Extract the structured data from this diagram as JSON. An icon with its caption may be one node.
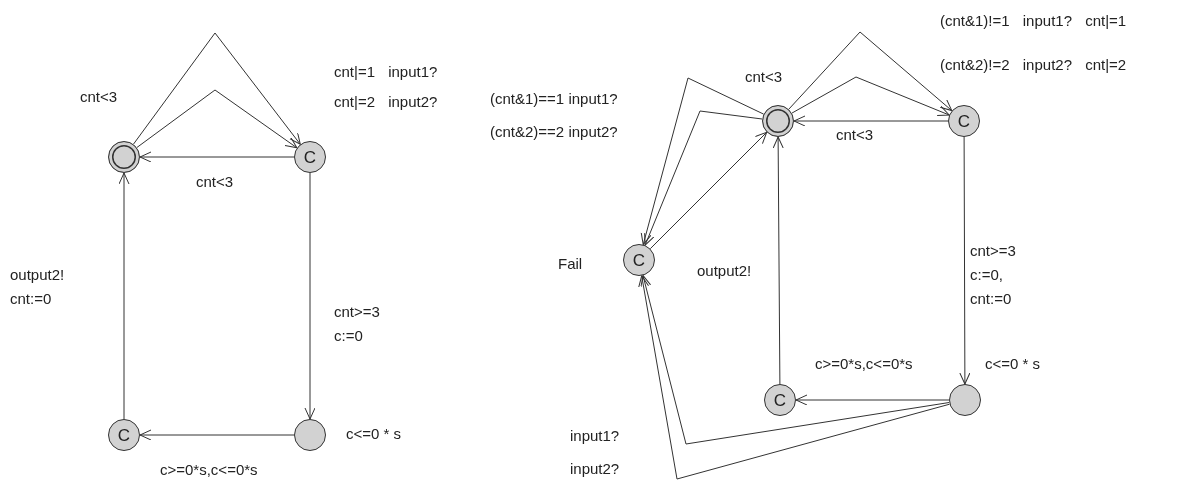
{
  "diagram": {
    "nodes": [
      {
        "text": [],
        "shape": "double-circle",
        "beside": [
          "cnt<3"
        ]
      },
      {
        "text": [
          "C"
        ]
      },
      {
        "text": [],
        "shape": "circle",
        "beside": [
          "c<=0 * s"
        ]
      },
      {
        "text": [
          "C"
        ]
      },
      {
        "text": [],
        "shape": "double-circle",
        "beside": [
          "cnt<3"
        ]
      },
      {
        "text": [
          "C"
        ]
      },
      {
        "text": [
          "C"
        ],
        "beside": [
          "Fail"
        ]
      },
      {
        "text": [],
        "shape": "circle",
        "beside": [
          "c<=0 * s"
        ]
      },
      {
        "text": [
          "C"
        ]
      }
    ],
    "edges": [
      {
        "from": 0,
        "to": 1,
        "arrow": "to",
        "label": "cnt|=1 input1?"
      },
      {
        "from": 0,
        "to": 1,
        "arrow": "to",
        "label": "cnt|=2 input2?"
      },
      {
        "from": 1,
        "to": 0,
        "arrow": "to",
        "label": "cnt<3"
      },
      {
        "from": 1,
        "to": 2,
        "arrow": "to",
        "label": "cnt>=3 c:=0"
      },
      {
        "from": 2,
        "to": 3,
        "arrow": "to",
        "label": "c>=0*s,c<=0*s"
      },
      {
        "from": 3,
        "to": 0,
        "arrow": "to",
        "label": "output2! cnt:=0"
      },
      {
        "from": 4,
        "to": 5,
        "arrow": "to",
        "label": "(cnt&1)!=1 input1? cnt|=1"
      },
      {
        "from": 4,
        "to": 5,
        "arrow": "to",
        "label": "(cnt&2)!=2 input2? cnt|=2"
      },
      {
        "from": 5,
        "to": 4,
        "arrow": "to",
        "label": "cnt<3"
      },
      {
        "from": 4,
        "to": 6,
        "arrow": "to",
        "label": "(cnt&1)==1 input1?"
      },
      {
        "from": 4,
        "to": 6,
        "arrow": "to",
        "label": "(cnt&2)==2 input2?"
      },
      {
        "from": 6,
        "to": 4,
        "arrow": "to"
      },
      {
        "from": 8,
        "to": 4,
        "arrow": "to",
        "label": "output2!"
      },
      {
        "from": 5,
        "to": 7,
        "arrow": "to",
        "label": "cnt>=3 c:=0, cnt:=0"
      },
      {
        "from": 7,
        "to": 8,
        "arrow": "to",
        "label": "c>=0*s,c<=0*s"
      },
      {
        "from": 7,
        "to": 6,
        "arrow": "to",
        "label": "input1?"
      },
      {
        "from": 7,
        "to": 6,
        "arrow": "to",
        "label": "input2?"
      }
    ]
  }
}
